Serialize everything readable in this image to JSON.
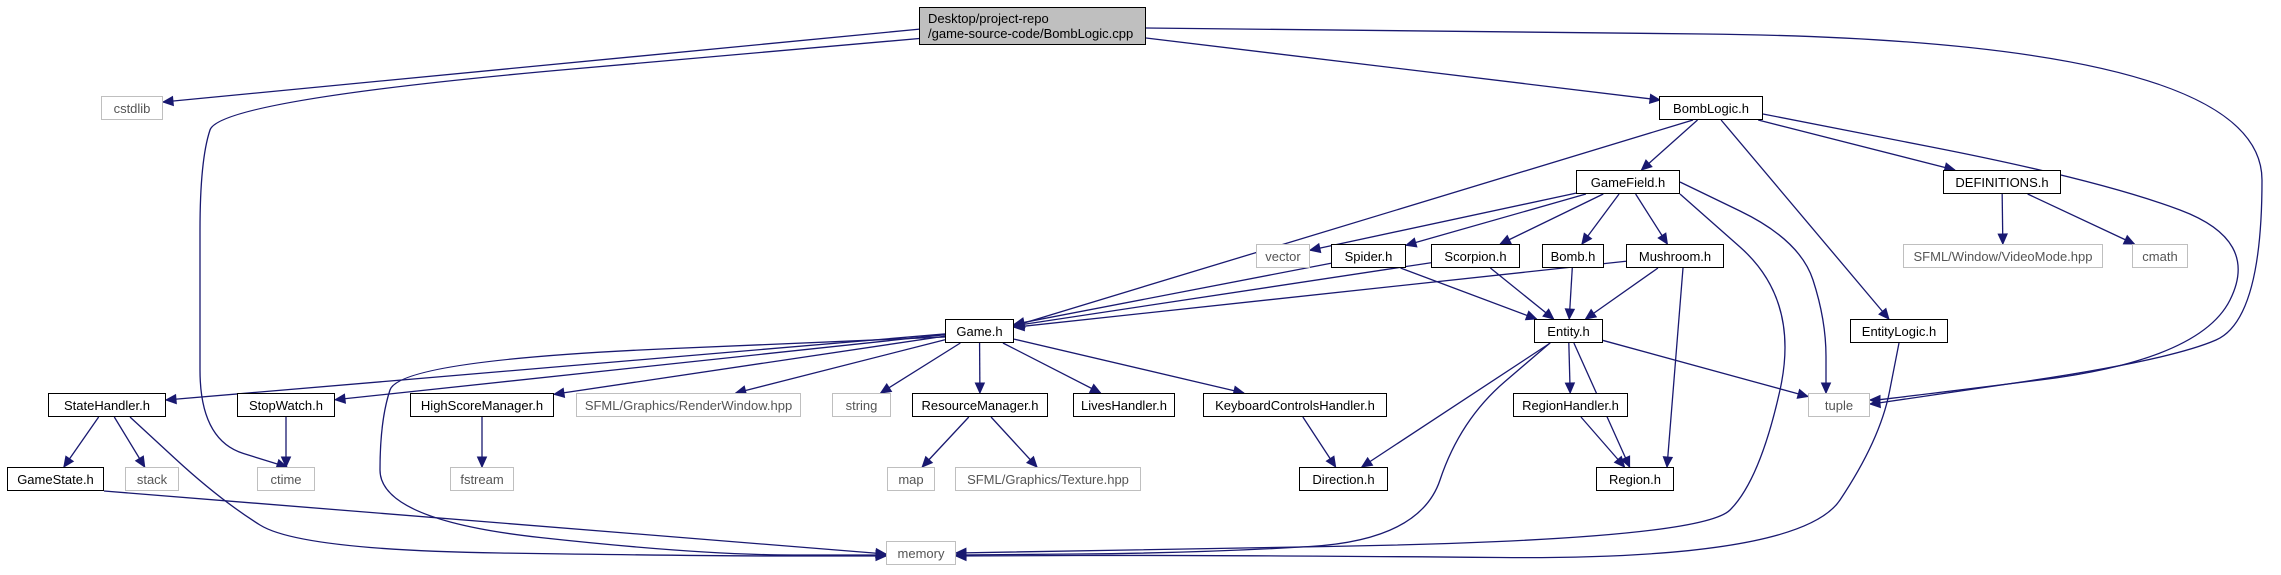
{
  "colors": {
    "edge": "#191970",
    "root_fill": "#bfbfbf",
    "external_border": "#bfbfbf",
    "node_border": "#000000"
  },
  "nodes": {
    "root_line1": "Desktop/project-repo",
    "root_line2": "/game-source-code/BombLogic.cpp",
    "cstdlib": "cstdlib",
    "bomblogic_h": "BombLogic.h",
    "gamefield_h": "GameField.h",
    "definitions_h": "DEFINITIONS.h",
    "vector": "vector",
    "spider_h": "Spider.h",
    "scorpion_h": "Scorpion.h",
    "bomb_h": "Bomb.h",
    "mushroom_h": "Mushroom.h",
    "sfml_videomode": "SFML/Window/VideoMode.hpp",
    "cmath": "cmath",
    "game_h": "Game.h",
    "entity_h": "Entity.h",
    "entitylogic_h": "EntityLogic.h",
    "statehandler_h": "StateHandler.h",
    "stopwatch_h": "StopWatch.h",
    "highscoremanager_h": "HighScoreManager.h",
    "sfml_renderwindow": "SFML/Graphics/RenderWindow.hpp",
    "string": "string",
    "resourcemanager_h": "ResourceManager.h",
    "liveshandler_h": "LivesHandler.h",
    "keyboardcontrolshandler_h": "KeyboardControlsHandler.h",
    "regionhandler_h": "RegionHandler.h",
    "tuple": "tuple",
    "gamestate_h": "GameState.h",
    "stack": "stack",
    "ctime": "ctime",
    "fstream": "fstream",
    "map": "map",
    "sfml_texture": "SFML/Graphics/Texture.hpp",
    "direction_h": "Direction.h",
    "region_h": "Region.h",
    "memory": "memory"
  }
}
